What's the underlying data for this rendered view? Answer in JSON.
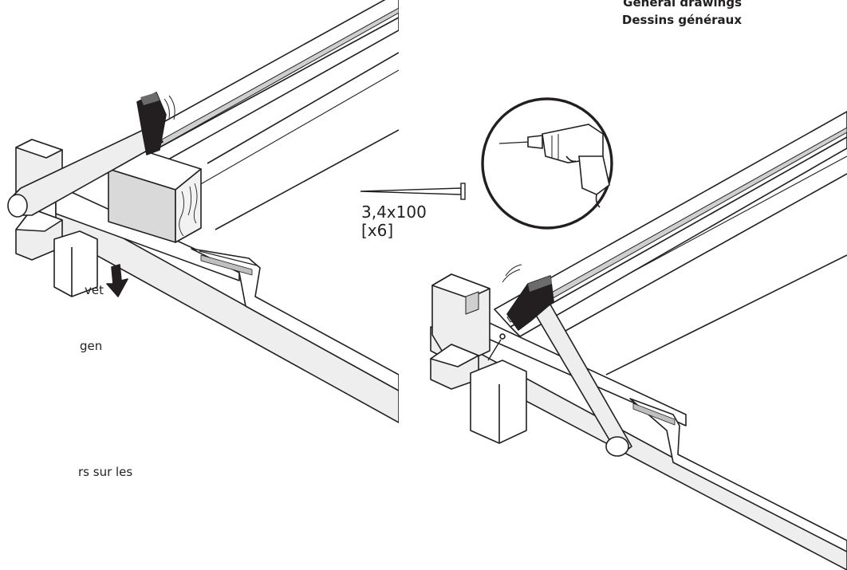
{
  "header": {
    "line_en": "General drawings",
    "line_fr": "Dessins généraux"
  },
  "cropped_left_text": {
    "line1": "vet",
    "line2": "gen",
    "line3": "rs sur les"
  },
  "fastener": {
    "size": "3,4x100",
    "quantity": "[x6]"
  },
  "icons": {
    "tool_callout": "drill-icon",
    "left_tool": "hammer-icon",
    "right_tool": "hammer-icon",
    "fastener": "nail-icon",
    "direction": "down-arrow-icon"
  },
  "colors": {
    "line": "#231f20",
    "panel_fill": "#eeeeee",
    "shadow": "#d4d4d4",
    "background": "#ffffff"
  }
}
